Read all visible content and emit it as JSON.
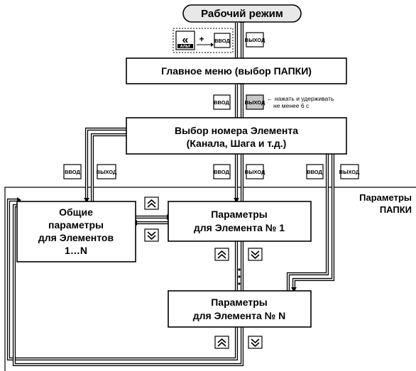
{
  "nodes": {
    "mode": "Рабочий режим",
    "main_menu": "Главное меню (выбор ПАПКИ)",
    "select_line1": "Выбор номера Элемента",
    "select_line2": "(Канала, Шага и т.д.)",
    "common_line1": "Общие",
    "common_line2": "параметры",
    "common_line3": "для Элементов",
    "common_line4": "1…N",
    "param1_line1": "Параметры",
    "param1_line2": "для Элемента № 1",
    "paramN_line1": "Параметры",
    "paramN_line2": "для Элемента № N"
  },
  "folder_label_line1": "Параметры",
  "folder_label_line2": "ПАПКИ",
  "keys": {
    "enter": "ВВОД",
    "exit": "ВЫХОД",
    "alt": "АЛЬТ",
    "plus": "+"
  },
  "note_line1": "← нажать и удерживать",
  "note_line2": "не менее 6 с",
  "icons": {
    "double_left": "double-left-arrow-icon",
    "up": "double-up-arrow-icon",
    "down": "double-down-arrow-icon"
  }
}
